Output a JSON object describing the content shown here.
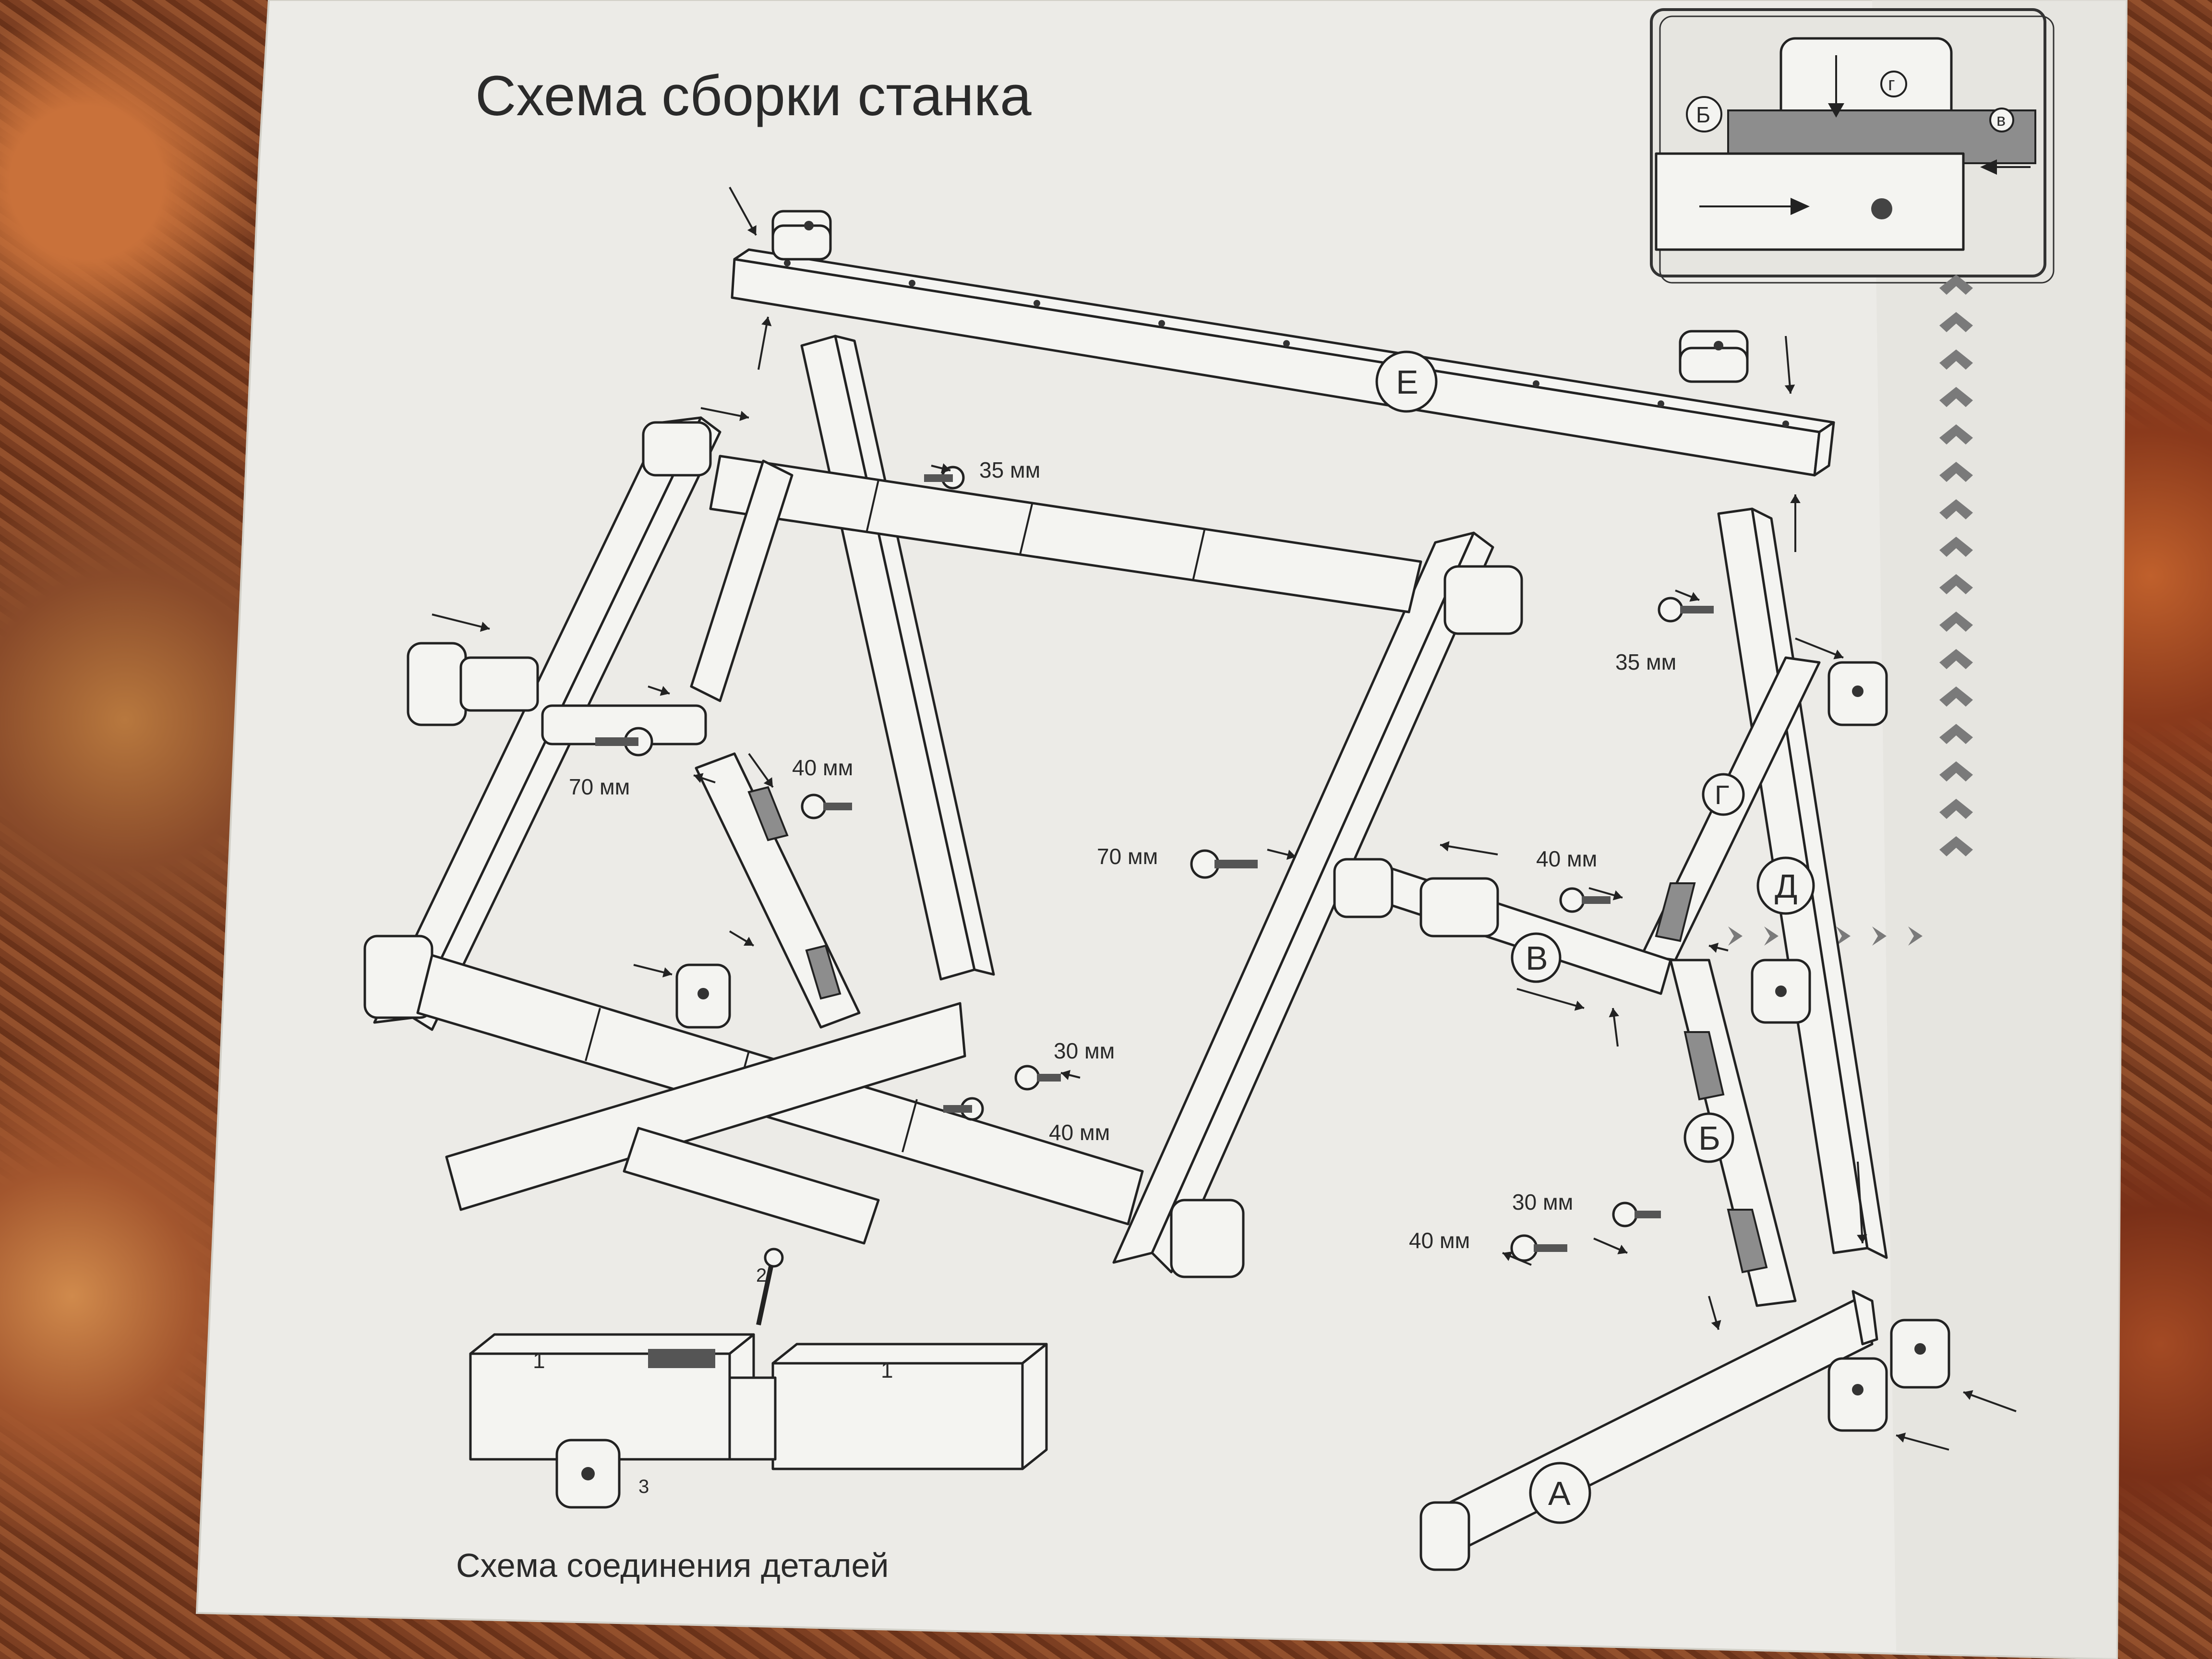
{
  "diagram": {
    "title": "Схема сборки станка",
    "subtitle": "Схема соединения деталей",
    "part_labels": {
      "A": "А",
      "B": "Б",
      "V": "В",
      "G": "Г",
      "D": "Д",
      "E": "Е"
    },
    "detail_box_labels": {
      "b": "Б",
      "g": "г",
      "v": "в"
    },
    "screw_sizes": {
      "s35_top": "35 мм",
      "s35_right": "35 мм",
      "s70_left": "70 мм",
      "s40_left": "40 мм",
      "s70_mid": "70 мм",
      "s40_mid": "40 мм",
      "s30_front": "30 мм",
      "s40_front": "40 мм",
      "s30_right": "30 мм",
      "s40_right": "40 мм"
    },
    "joint_steps": {
      "step1_left": "1",
      "step1_right": "1",
      "step2": "2",
      "step3": "3"
    }
  }
}
